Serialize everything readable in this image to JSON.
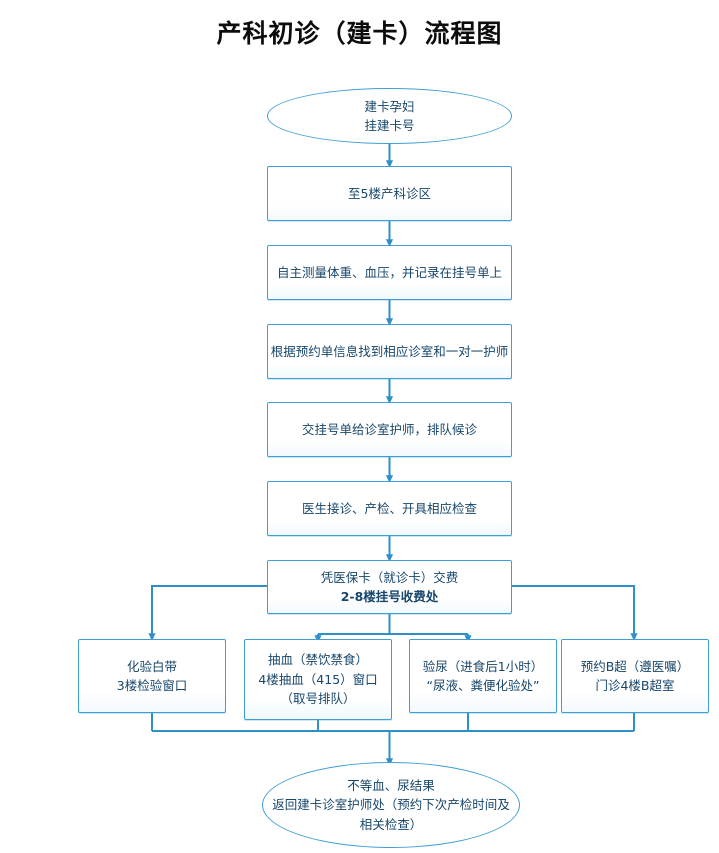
{
  "page": {
    "title": "产科初诊（建卡）流程图",
    "accent_color": "#3f9ed4",
    "text_color": "#17466b",
    "title_color": "#0d0d0d",
    "background": "#ffffff"
  },
  "flow": {
    "start": {
      "shape": "oval",
      "line1": "建卡孕妇",
      "line2": "挂建卡号"
    },
    "steps": [
      {
        "shape": "rect",
        "line1": "至5楼产科诊区"
      },
      {
        "shape": "rect",
        "line1": "自主测量体重、血压，并记录在挂号单上"
      },
      {
        "shape": "rect",
        "line1": "根据预约单信息找到相应诊室和一对一护师"
      },
      {
        "shape": "rect",
        "line1": "交挂号单给诊室护师，排队候诊"
      },
      {
        "shape": "rect",
        "line1": "医生接诊、产检、开具相应检查"
      }
    ],
    "payment": {
      "shape": "rect",
      "line1": "凭医保卡（就诊卡）交费",
      "line2": "2-8楼挂号收费处"
    },
    "branches": [
      {
        "shape": "rect",
        "line1": "化验白带",
        "line2": "3楼检验窗口"
      },
      {
        "shape": "rect",
        "line1": "抽血（禁饮禁食）",
        "line2": "4楼抽血（415）窗口（取号排队）"
      },
      {
        "shape": "rect",
        "line1": "验尿（进食后1小时）",
        "line2": "“尿液、粪便化验处”"
      },
      {
        "shape": "rect",
        "line1": "预约B超（遵医嘱）",
        "line2": "门诊4楼B超室"
      }
    ],
    "end": {
      "shape": "oval",
      "line1": "不等血、尿结果",
      "line2": "返回建卡诊室护师处（预约下次产检时间及",
      "line3": "相关检查）"
    }
  }
}
